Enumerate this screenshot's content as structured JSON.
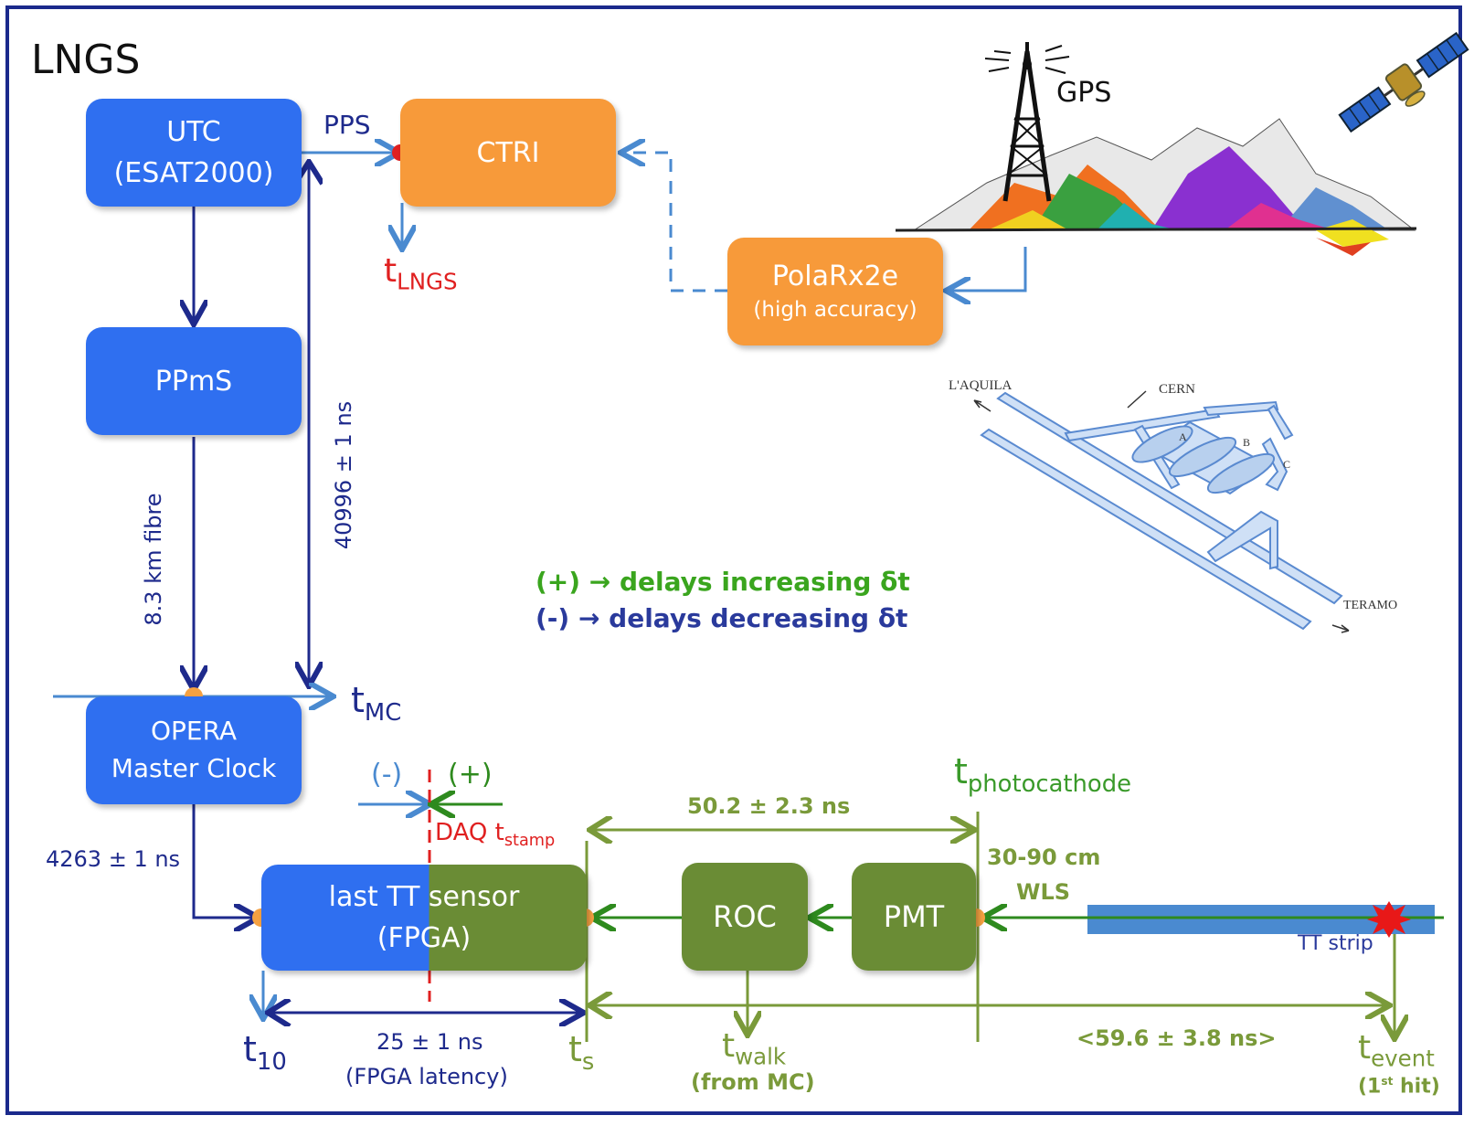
{
  "site_label": "LNGS",
  "boxes": {
    "utc": {
      "line1": "UTC",
      "line2": "(ESAT2000)"
    },
    "ppms": {
      "label": "PPmS"
    },
    "opera": {
      "line1": "OPERA",
      "line2": "Master Clock"
    },
    "ctri": {
      "label": "CTRI"
    },
    "polarx": {
      "line1": "PolaRx2e",
      "line2": "(high accuracy)"
    },
    "last_tt": {
      "line1": "last TT sensor",
      "line2": "(FPGA)"
    },
    "roc": {
      "label": "ROC"
    },
    "pmt": {
      "label": "PMT"
    }
  },
  "labels": {
    "pps": "PPS",
    "gps": "GPS",
    "t_lngs": {
      "main": "t",
      "sub": "LNGS"
    },
    "t_mc": {
      "main": "t",
      "sub": "MC"
    },
    "fibre": "8.3 km fibre",
    "delay_vertical": "40996 ± 1 ns",
    "delay_4263": "4263 ± 1 ns",
    "legend_plus": "(+) → delays increasing δt",
    "legend_minus": "(-) → delays decreasing δt",
    "minus": "(-)",
    "plus": "(+)",
    "daq": {
      "main": "DAQ t",
      "sub": "stamp"
    },
    "t_photocathode": {
      "main": "t",
      "sub": "photocathode"
    },
    "delay_50": "50.2 ± 2.3 ns",
    "wls_line1": "30-90 cm",
    "wls_line2": "WLS",
    "tt_strip": "TT strip",
    "t10": {
      "main": "t",
      "sub": "10"
    },
    "delay_25": "25 ± 1 ns",
    "fpga_latency": "(FPGA latency)",
    "ts": {
      "main": "t",
      "sub": "s"
    },
    "twalk": {
      "main": "t",
      "sub": "walk"
    },
    "from_mc": "(from MC)",
    "delay_59": "<59.6 ± 3.8 ns>",
    "tevent": {
      "main": "t",
      "sub": "event"
    },
    "first_hit": {
      "pre": "(1",
      "sup": "st",
      "post": " hit)"
    }
  },
  "map": {
    "laquila": "L'AQUILA",
    "cern": "CERN",
    "teramo": "TERAMO",
    "hall_a": "A",
    "hall_b": "B",
    "hall_c": "C"
  },
  "colors": {
    "box_blue": "#2f6ff0",
    "box_orange": "#f79a3a",
    "box_green": "#6a8c35",
    "navy": "#1e2a8c",
    "light_blue": "#4a8ad0",
    "red": "#e02020",
    "green_text": "#3aa51e",
    "olive": "#7a9a3a"
  }
}
